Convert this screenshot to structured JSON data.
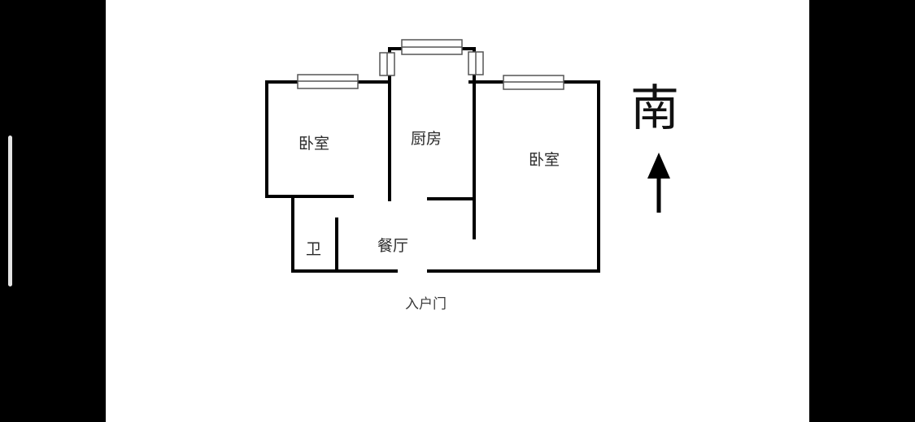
{
  "viewer": {
    "background": "#000000",
    "scroll_indicator": "vertical-scroll-indicator"
  },
  "floor_plan": {
    "rooms": [
      {
        "id": "bedroom-left",
        "label": "卧室"
      },
      {
        "id": "kitchen",
        "label": "厨房"
      },
      {
        "id": "bedroom-right",
        "label": "卧室"
      },
      {
        "id": "dining-room",
        "label": "餐厅"
      },
      {
        "id": "bathroom",
        "label": "卫"
      }
    ],
    "entrance_label": "入户门",
    "compass": {
      "label": "南",
      "icon": "arrow-up-icon"
    },
    "wall_color": "#000000",
    "window_color": "#555555"
  }
}
